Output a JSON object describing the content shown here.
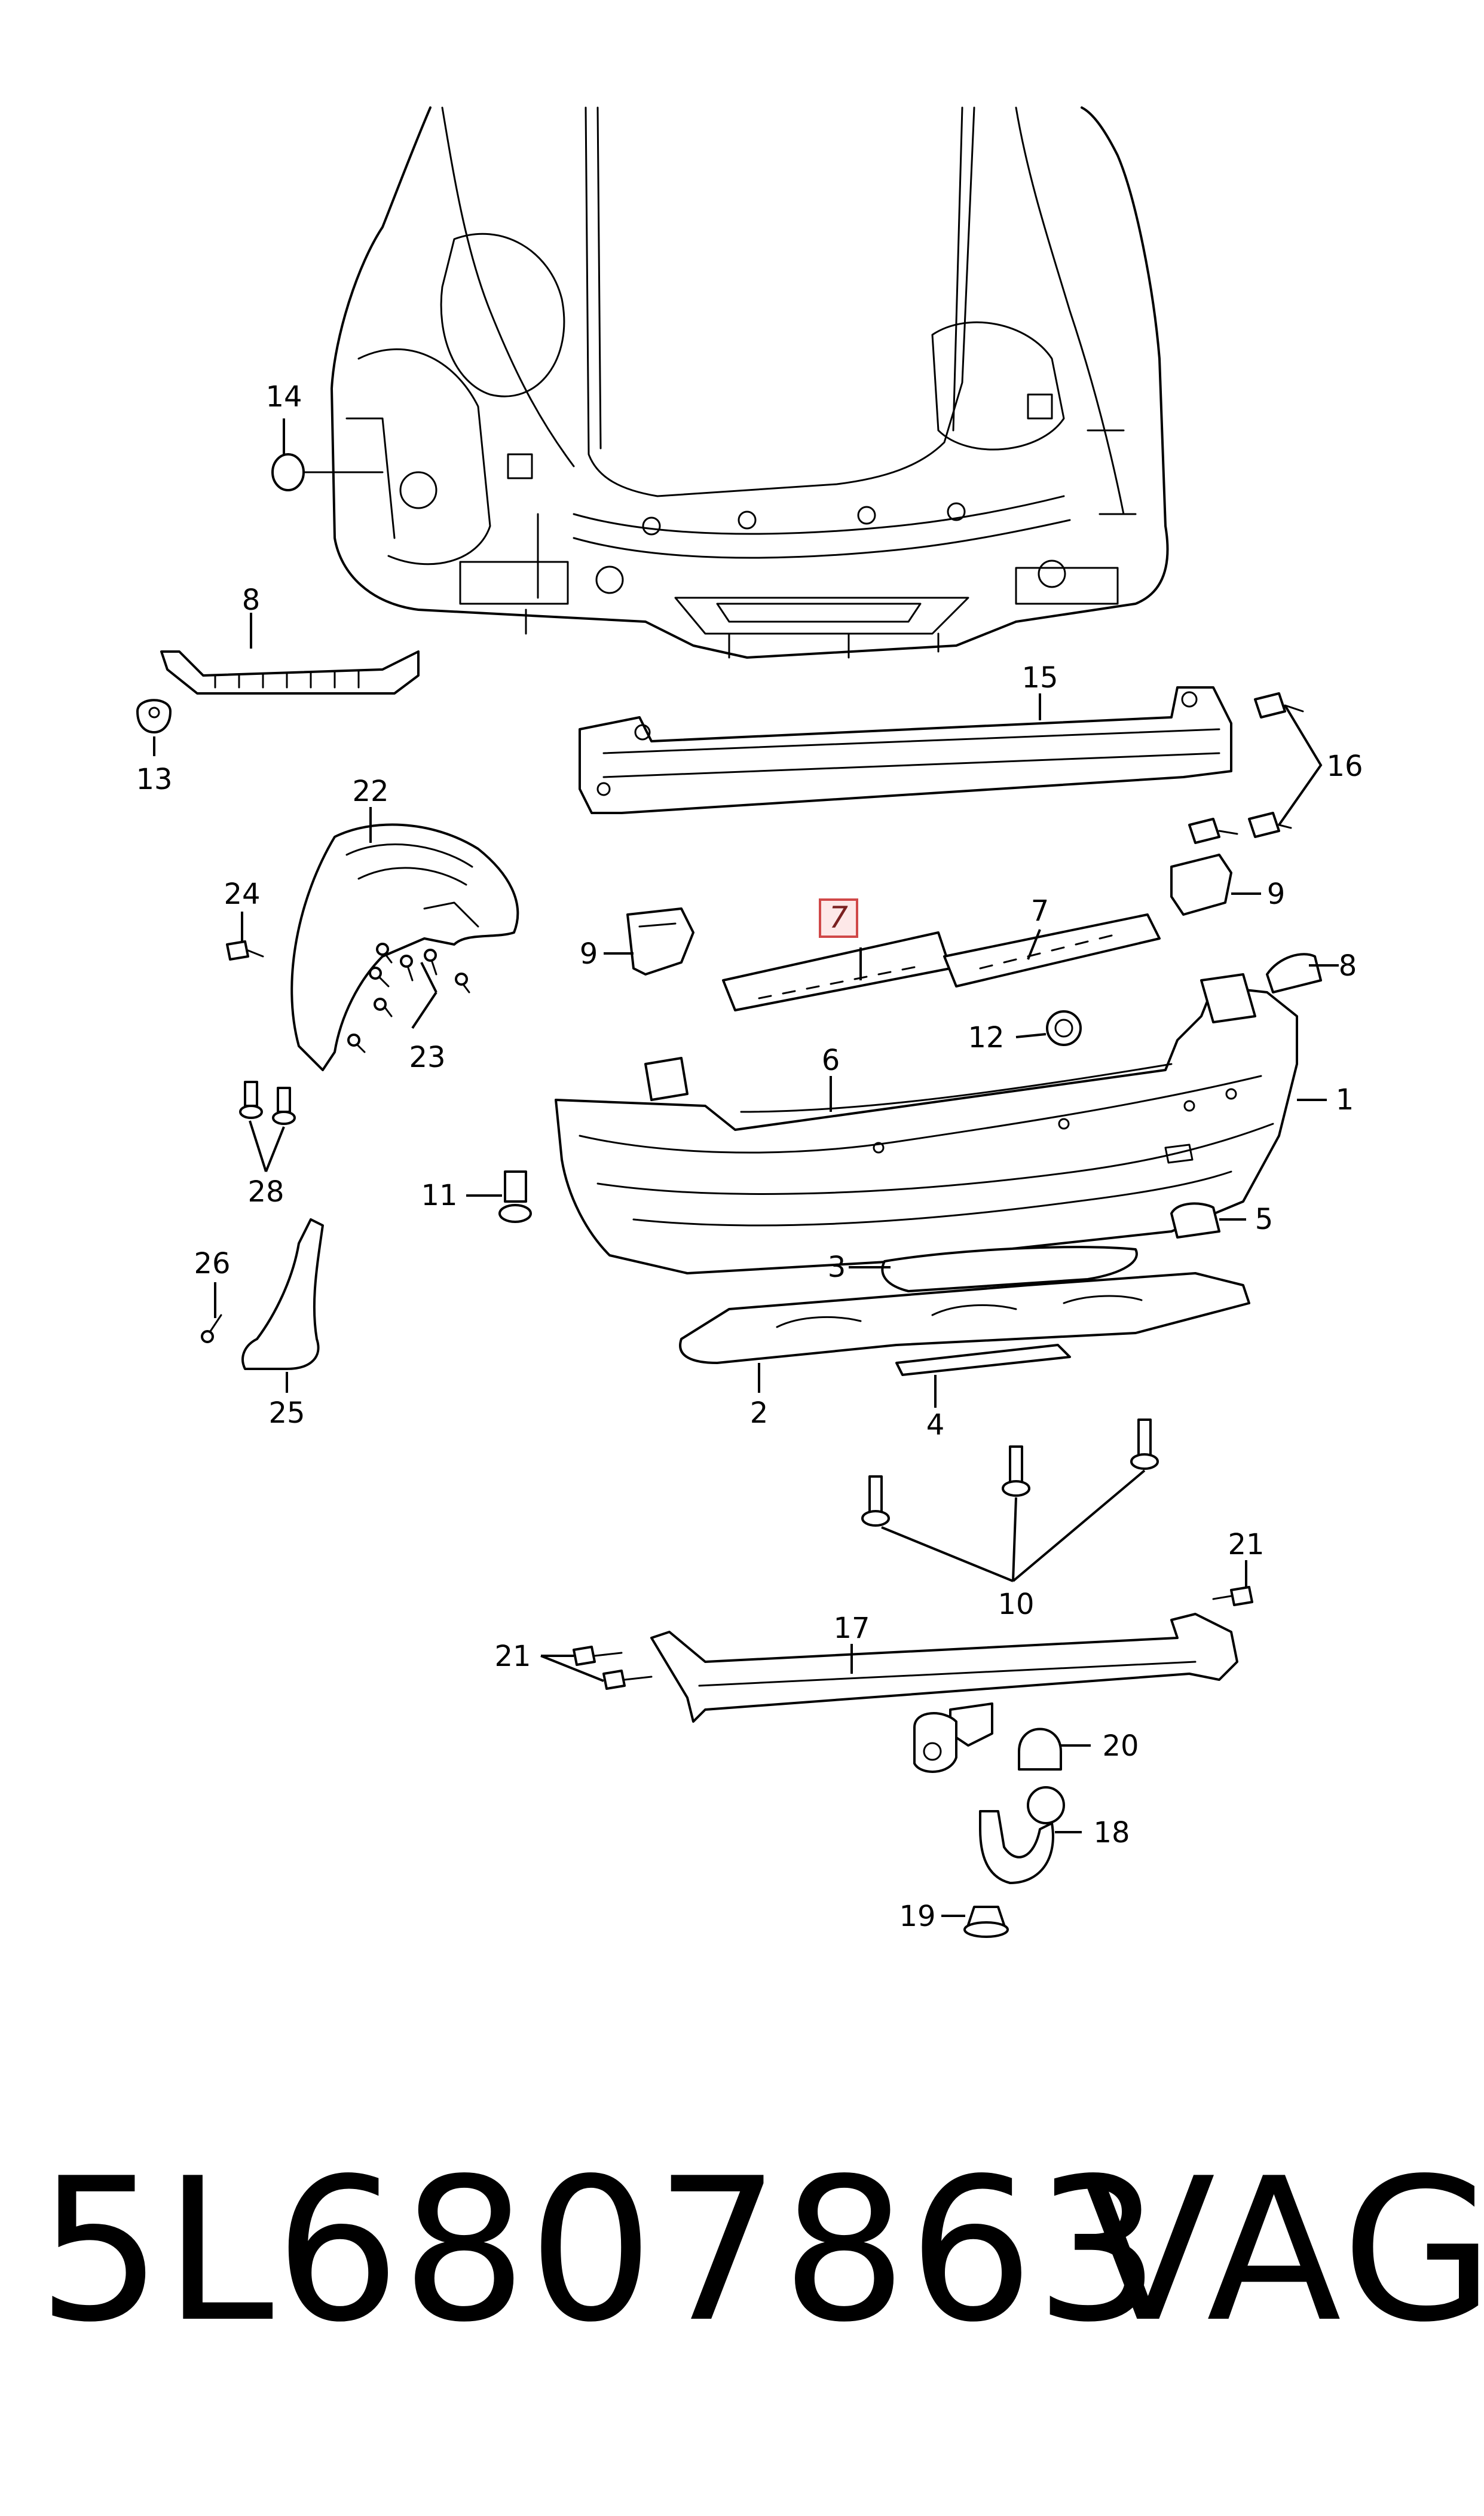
{
  "callouts": [
    {
      "id": "c14",
      "label": "14"
    },
    {
      "id": "c8a",
      "label": "8"
    },
    {
      "id": "c13",
      "label": "13"
    },
    {
      "id": "c15",
      "label": "15"
    },
    {
      "id": "c16",
      "label": "16"
    },
    {
      "id": "c22",
      "label": "22"
    },
    {
      "id": "c24",
      "label": "24"
    },
    {
      "id": "c23",
      "label": "23"
    },
    {
      "id": "c9a",
      "label": "9"
    },
    {
      "id": "c7b",
      "label": "7"
    },
    {
      "id": "c9b",
      "label": "9"
    },
    {
      "id": "c8b",
      "label": "8"
    },
    {
      "id": "c12",
      "label": "12"
    },
    {
      "id": "c6",
      "label": "6"
    },
    {
      "id": "c1",
      "label": "1"
    },
    {
      "id": "c28",
      "label": "28"
    },
    {
      "id": "c11",
      "label": "11"
    },
    {
      "id": "c5",
      "label": "5"
    },
    {
      "id": "c26",
      "label": "26"
    },
    {
      "id": "c3",
      "label": "3"
    },
    {
      "id": "c25",
      "label": "25"
    },
    {
      "id": "c2",
      "label": "2"
    },
    {
      "id": "c4",
      "label": "4"
    },
    {
      "id": "c10",
      "label": "10"
    },
    {
      "id": "c21a",
      "label": "21"
    },
    {
      "id": "c17",
      "label": "17"
    },
    {
      "id": "c21b",
      "label": "21"
    },
    {
      "id": "c20",
      "label": "20"
    },
    {
      "id": "c18",
      "label": "18"
    },
    {
      "id": "c19",
      "label": "19"
    }
  ],
  "highlight": {
    "label": "7"
  },
  "footer": {
    "part_number": "5L6807863",
    "brand": "VAG"
  }
}
